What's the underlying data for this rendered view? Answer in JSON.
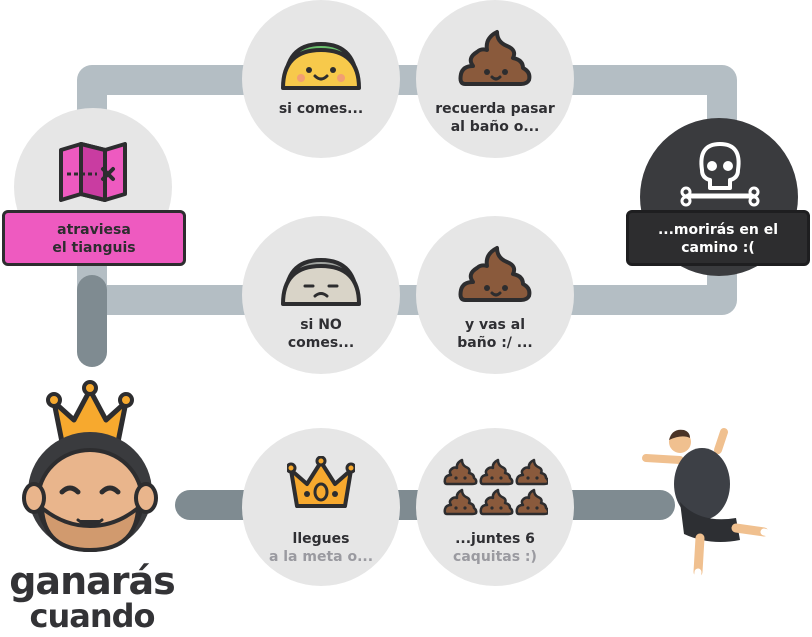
{
  "nodes": {
    "start": {
      "label": "atraviesa el tianguis"
    },
    "eat": {
      "label": "si comes..."
    },
    "remember": {
      "label": "recuerda pasar al baño o..."
    },
    "die": {
      "label": "...morirás en el camino :("
    },
    "no_eat": {
      "label": "si NO comes..."
    },
    "bathroom": {
      "label": "y vas al baño :/ ..."
    },
    "reach_goal": {
      "line1": "llegues",
      "line2": "a la meta o..."
    },
    "collect": {
      "line1": "...juntes 6",
      "line2": "caquitas :)"
    }
  },
  "win": {
    "line1": "ganarás",
    "line2": "cuando"
  },
  "icons": {
    "start": "map-icon",
    "eat": "happy-taco-icon",
    "remember": "poop-icon",
    "die": "skull-crossbones-icon",
    "no_eat": "sad-taco-icon",
    "bathroom": "poop-icon",
    "reach_goal": "crown-icon",
    "collect": "six-poops-icon",
    "player": "crowned-king-face-icon",
    "runner": "running-man-icon"
  },
  "colors": {
    "path": "#b4bec4",
    "path_dark": "#7f8b91",
    "circle": "#e6e6e6",
    "banner_pink": "#ee5ac0",
    "banner_dark": "#2d2d2f",
    "text": "#2f2f33",
    "text_muted": "#9a9aa0"
  }
}
